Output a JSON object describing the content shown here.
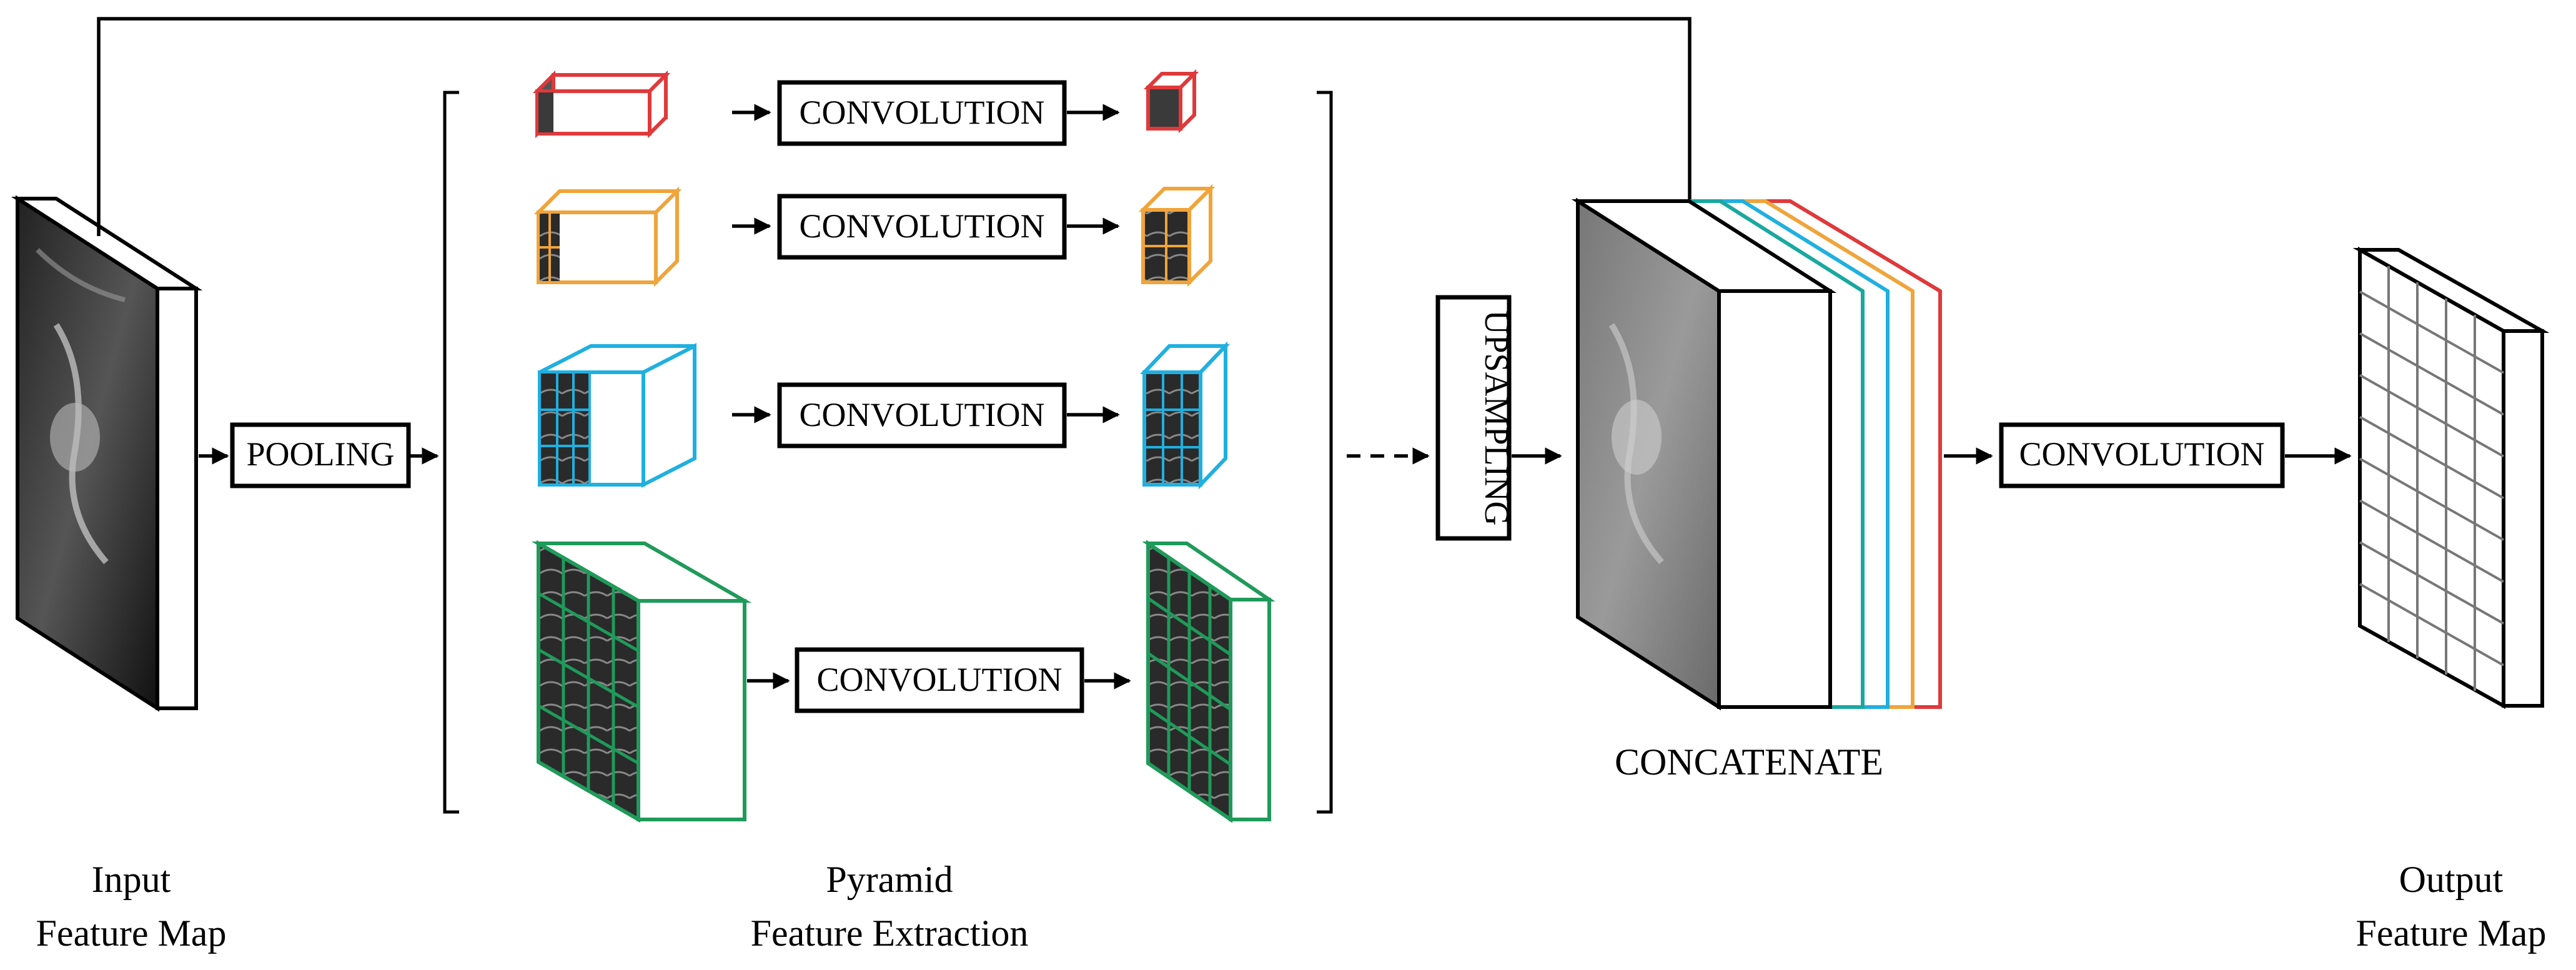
{
  "labels": {
    "convolution": "CONVOLUTION",
    "pooling": "POOLING",
    "upsampling": "UPSAMPLING",
    "concatenate": "CONCATENATE"
  },
  "captions": {
    "input_line1": "Input",
    "input_line2": "Feature Map",
    "pyramid_line1": "Pyramid",
    "pyramid_line2": "Feature Extraction",
    "output_line1": "Output",
    "output_line2": "Feature Map"
  },
  "colors": {
    "red": "#e0393b",
    "orange": "#f0a43a",
    "blue": "#1fb0e0",
    "green": "#1f9a5a",
    "teal": "#18a8a0",
    "black": "#000000"
  }
}
